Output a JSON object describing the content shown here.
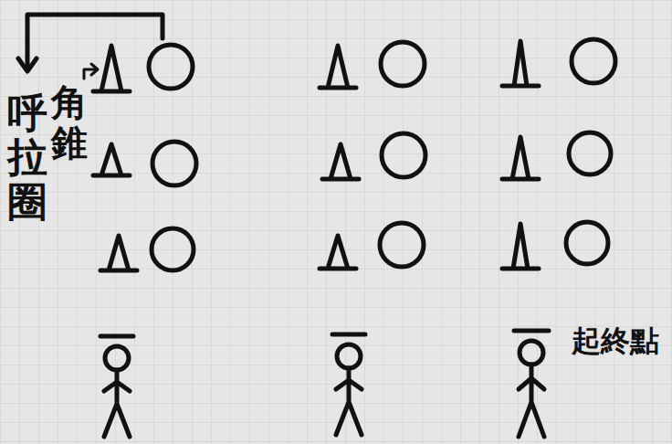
{
  "diagram": {
    "labels": [
      "呼拉圈",
      "角錐",
      "起終點"
    ]
  }
}
